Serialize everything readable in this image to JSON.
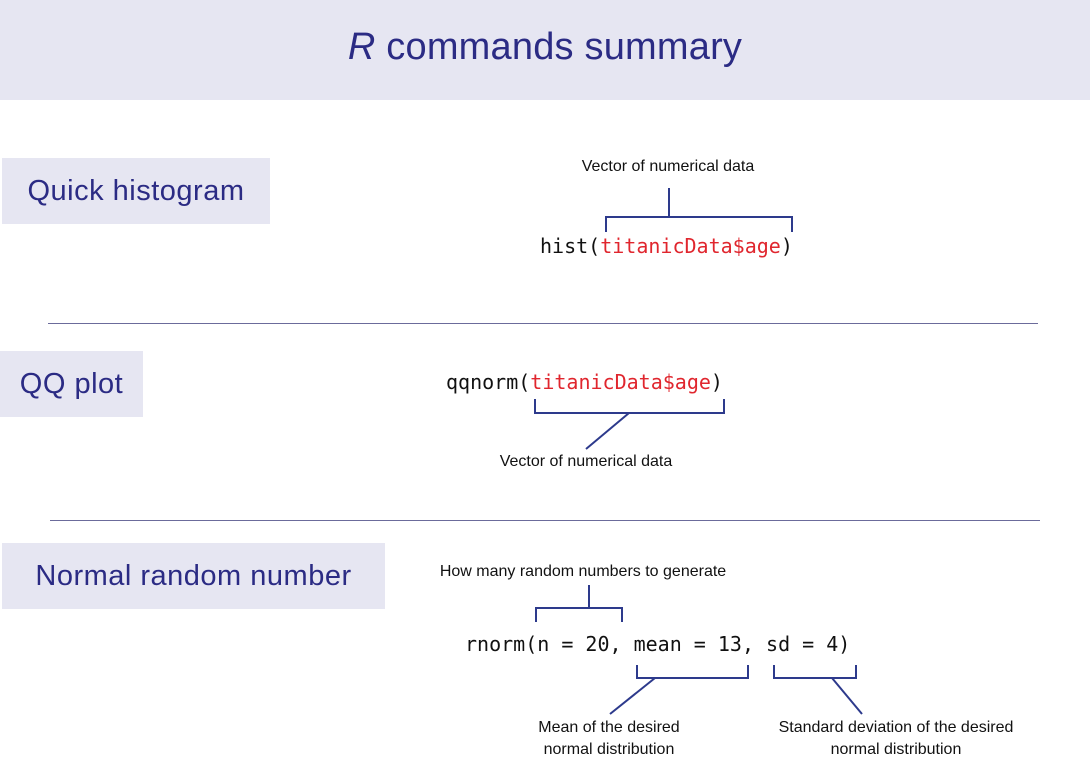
{
  "header": {
    "title_prefix": "R",
    "title_rest": " commands summary"
  },
  "sections": [
    {
      "label": "Quick histogram",
      "code_func": "hist(",
      "code_arg": "titanicData$age",
      "code_close": ")",
      "annotation": "Vector of numerical data"
    },
    {
      "label": "QQ plot",
      "code_func": "qqnorm(",
      "code_arg": "titanicData$age",
      "code_close": ")",
      "annotation": "Vector of numerical data"
    },
    {
      "label": "Normal random number",
      "code": "rnorm(n = 20, mean = 13, sd = 4)",
      "annotation_n": "How many  random numbers to generate",
      "annotation_mean_1": "Mean of the desired",
      "annotation_mean_2": "normal distribution",
      "annotation_sd_1": "Standard deviation of the desired",
      "annotation_sd_2": "normal distribution"
    }
  ],
  "colors": {
    "accent": "#2b2b84",
    "argument": "#e0262e",
    "panel": "#e6e6f2",
    "bracket": "#2d3a8c"
  }
}
